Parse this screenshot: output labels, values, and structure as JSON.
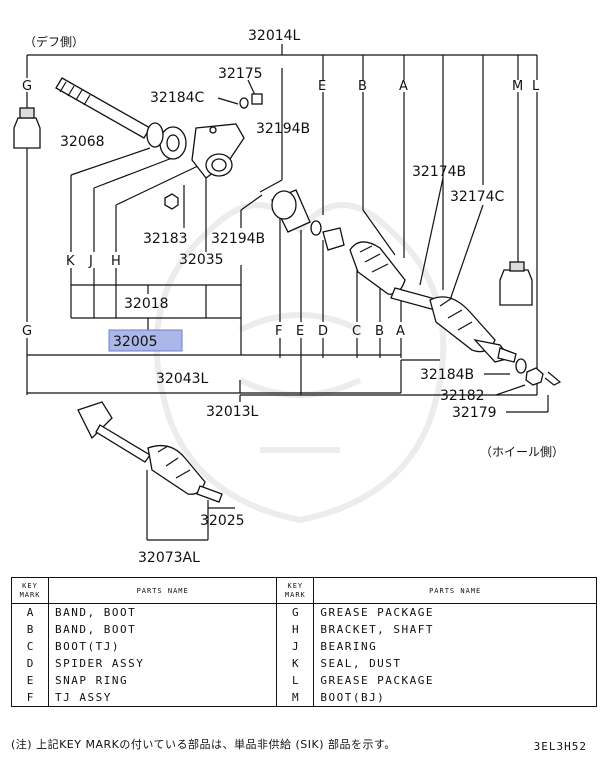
{
  "diagram": {
    "side_label_diff": "（デフ側）",
    "side_label_wheel": "（ホイール側）",
    "highlight_part": "32005",
    "part_numbers": {
      "p32014L": "32014L",
      "p32175": "32175",
      "p32184C": "32184C",
      "p32068": "32068",
      "p32194B_top": "32194B",
      "p32174B": "32174B",
      "p32174C": "32174C",
      "p32183": "32183",
      "p32194B_mid": "32194B",
      "p32035": "32035",
      "p32018": "32018",
      "p32005": "32005",
      "p32043L": "32043L",
      "p32013L": "32013L",
      "p32184B": "32184B",
      "p32182": "32182",
      "p32179": "32179",
      "p32025": "32025",
      "p32073AL": "32073AL"
    },
    "key_letters_top": [
      "G",
      "E",
      "B",
      "A",
      "M",
      "L"
    ],
    "key_letters_kjh": [
      "K",
      "J",
      "H"
    ],
    "key_letters_bottom": [
      "G",
      "F",
      "E",
      "D",
      "C",
      "B",
      "A"
    ]
  },
  "legend": {
    "key_mark_header": "KEY MARK",
    "parts_name_header": "PARTS NAME",
    "rows": [
      {
        "k1": "A",
        "n1": "BAND, BOOT",
        "k2": "G",
        "n2": "GREASE PACKAGE"
      },
      {
        "k1": "B",
        "n1": "BAND, BOOT",
        "k2": "H",
        "n2": "BRACKET, SHAFT"
      },
      {
        "k1": "C",
        "n1": "BOOT(TJ)",
        "k2": "J",
        "n2": "BEARING"
      },
      {
        "k1": "D",
        "n1": "SPIDER ASSY",
        "k2": "K",
        "n2": "SEAL, DUST"
      },
      {
        "k1": "E",
        "n1": "SNAP RING",
        "k2": "L",
        "n2": "GREASE PACKAGE"
      },
      {
        "k1": "F",
        "n1": "TJ ASSY",
        "k2": "M",
        "n2": "BOOT(BJ)"
      }
    ]
  },
  "footnote": "(注) 上記KEY MARKの付いている部品は、単品非供給 (SIK) 部品を示す。",
  "drawing_code": "3EL3H52"
}
